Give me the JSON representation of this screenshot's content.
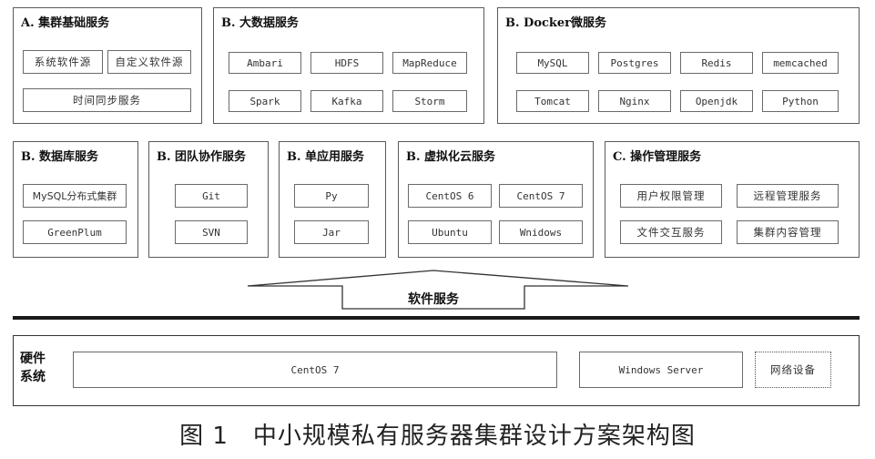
{
  "panels": {
    "a": {
      "title": "A. 集群基础服务",
      "items": [
        "系统软件源",
        "自定义软件源",
        "时间同步服务"
      ]
    },
    "bigdata": {
      "title": "B. 大数据服务",
      "items": [
        "Ambari",
        "HDFS",
        "MapReduce",
        "Spark",
        "Kafka",
        "Storm"
      ]
    },
    "docker": {
      "title": "B. Docker微服务",
      "items": [
        "MySQL",
        "Postgres",
        "Redis",
        "memcached",
        "Tomcat",
        "Nginx",
        "Openjdk",
        "Python"
      ]
    },
    "database": {
      "title": "B. 数据库服务",
      "items": [
        "MySQL分布式集群",
        "GreenPlum"
      ]
    },
    "team": {
      "title": "B. 团队协作服务",
      "items": [
        "Git",
        "SVN"
      ]
    },
    "single": {
      "title": "B. 单应用服务",
      "items": [
        "Py",
        "Jar"
      ]
    },
    "virtual": {
      "title": "B. 虚拟化云服务",
      "items": [
        "CentOS 6",
        "CentOS 7",
        "Ubuntu",
        "Wnidows"
      ]
    },
    "ops": {
      "title": "C. 操作管理服务",
      "items": [
        "用户权限管理",
        "远程管理服务",
        "文件交互服务",
        "集群内容管理"
      ]
    }
  },
  "arrow": {
    "label": "软件服务"
  },
  "hardware": {
    "label": "硬件系统",
    "items": [
      "CentOS 7",
      "Windows Server",
      "网络设备"
    ]
  },
  "caption": "图 1　中小规模私有服务器集群设计方案架构图"
}
